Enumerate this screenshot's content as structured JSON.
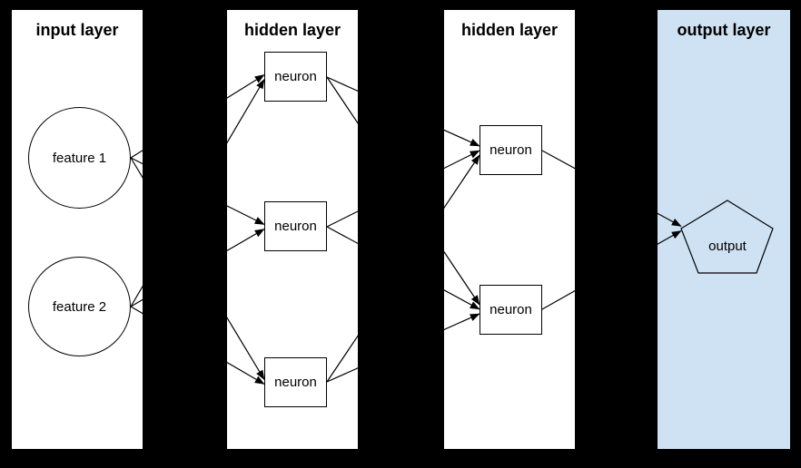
{
  "colors": {
    "background": "#000000",
    "panel_background": "#ffffff",
    "output_panel_background": "#cfe2f3",
    "line_color": "#000000",
    "text_color": "#000000"
  },
  "diagram": {
    "layers": [
      {
        "id": "input",
        "title": "input layer",
        "nodes": [
          {
            "id": "f1",
            "label": "feature 1",
            "shape": "circle"
          },
          {
            "id": "f2",
            "label": "feature 2",
            "shape": "circle"
          }
        ]
      },
      {
        "id": "hidden1",
        "title": "hidden layer",
        "nodes": [
          {
            "id": "h1n1",
            "label": "neuron",
            "shape": "rect"
          },
          {
            "id": "h1n2",
            "label": "neuron",
            "shape": "rect"
          },
          {
            "id": "h1n3",
            "label": "neuron",
            "shape": "rect"
          }
        ]
      },
      {
        "id": "hidden2",
        "title": "hidden layer",
        "nodes": [
          {
            "id": "h2n1",
            "label": "neuron",
            "shape": "rect"
          },
          {
            "id": "h2n2",
            "label": "neuron",
            "shape": "rect"
          }
        ]
      },
      {
        "id": "output",
        "title": "output layer",
        "nodes": [
          {
            "id": "out",
            "label": "output",
            "shape": "pentagon"
          }
        ]
      }
    ],
    "edges": [
      {
        "from": "f1",
        "to": "h1n1"
      },
      {
        "from": "f2",
        "to": "h1n1"
      },
      {
        "from": "f1",
        "to": "h1n2"
      },
      {
        "from": "f2",
        "to": "h1n2"
      },
      {
        "from": "f1",
        "to": "h1n3"
      },
      {
        "from": "f2",
        "to": "h1n3"
      },
      {
        "from": "h1n1",
        "to": "h2n1"
      },
      {
        "from": "h1n2",
        "to": "h2n1"
      },
      {
        "from": "h1n3",
        "to": "h2n1"
      },
      {
        "from": "h1n1",
        "to": "h2n2"
      },
      {
        "from": "h1n2",
        "to": "h2n2"
      },
      {
        "from": "h1n3",
        "to": "h2n2"
      },
      {
        "from": "h2n1",
        "to": "out"
      },
      {
        "from": "h2n2",
        "to": "out"
      }
    ]
  }
}
